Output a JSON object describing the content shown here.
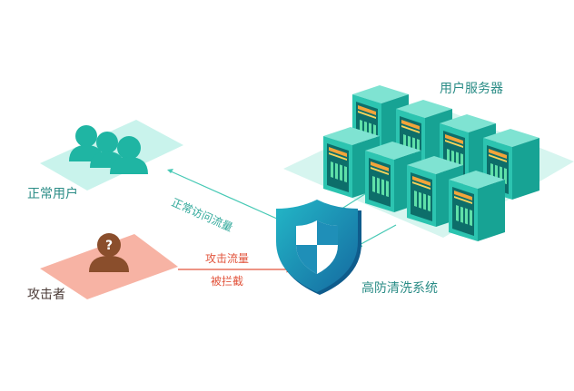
{
  "labels": {
    "normal_users": "正常用户",
    "normal_traffic": "正常访问流量",
    "attackers": "攻击者",
    "attack_traffic": "攻击流量",
    "intercepted": "被拦截",
    "defense_system": "高防清洗系统",
    "user_servers": "用户服务器"
  },
  "attacker_mark": "?",
  "colors": {
    "teal_dark": "#1fb5a3",
    "teal_light": "#c9f3ec",
    "attack_red": "#e2543c",
    "attack_pad": "#f7b3a4",
    "attacker_brown": "#8a4e2c",
    "shield_blue": "#1976a9",
    "label_teal": "#2a8c86",
    "label_dark": "#4a3a36"
  },
  "icons": [
    "user-group-icon",
    "attacker-icon",
    "shield-icon",
    "server-icon"
  ]
}
